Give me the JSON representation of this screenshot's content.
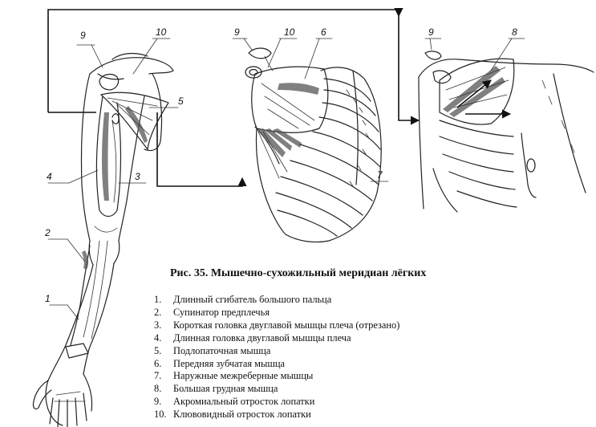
{
  "figure": {
    "caption": "Рис. 35.  Мышечно-сухожильный меридиан лёгких",
    "callouts": [
      "1",
      "2",
      "3",
      "4",
      "5",
      "6",
      "7",
      "8",
      "9",
      "10"
    ],
    "legend": [
      {
        "num": "1.",
        "text": "Длинный сгибатель большого пальца"
      },
      {
        "num": "2.",
        "text": "Супинатор предплечья"
      },
      {
        "num": "3.",
        "text": "Короткая головка двуглавой мышцы плеча (отрезано)"
      },
      {
        "num": "4.",
        "text": "Длинная головка двуглавой мышцы плеча"
      },
      {
        "num": "5.",
        "text": "Подлопаточная мышца"
      },
      {
        "num": "6.",
        "text": "Передняя зубчатая мышца"
      },
      {
        "num": "7.",
        "text": "Наружные межреберные мышцы"
      },
      {
        "num": "8.",
        "text": "Большая грудная мышца"
      },
      {
        "num": "9.",
        "text": "Акромиальный отросток лопатки"
      },
      {
        "num": "10.",
        "text": "Клювовидный отросток лопатки"
      }
    ]
  }
}
